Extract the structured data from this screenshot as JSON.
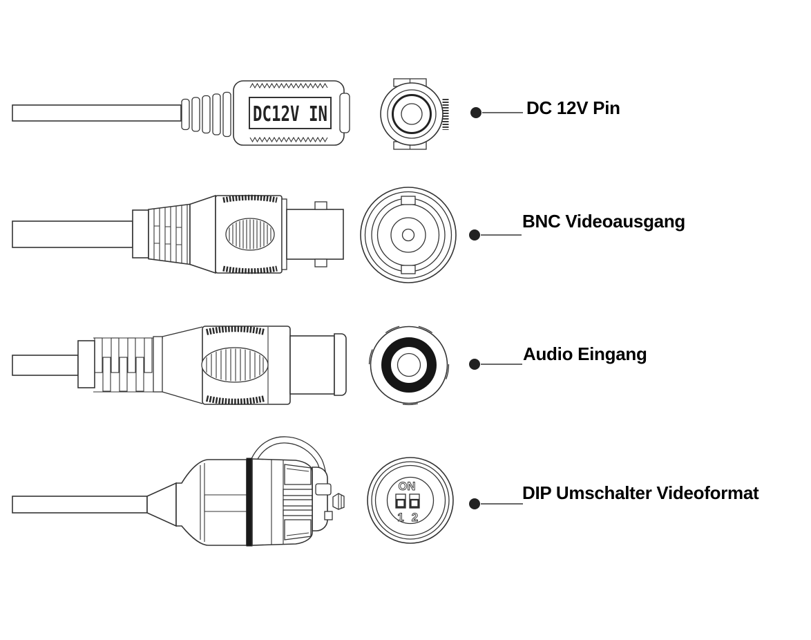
{
  "diagram": {
    "connectors": [
      {
        "id": "dc-power",
        "label": "DC 12V Pin",
        "marking": "DC12V IN"
      },
      {
        "id": "bnc-video",
        "label": "BNC Videoausgang"
      },
      {
        "id": "audio-in",
        "label": "Audio Eingang"
      },
      {
        "id": "dip-switch",
        "label": "DIP Umschalter Videoformat",
        "dip": {
          "on": "ON",
          "pos1": "1",
          "pos2": "2"
        }
      }
    ],
    "colors": {
      "line": "#333333",
      "dark_fill": "#1a1a1a",
      "callout_line": "#666666",
      "callout_dot": "#222222",
      "label_text": "#000000",
      "background": "#ffffff"
    }
  }
}
